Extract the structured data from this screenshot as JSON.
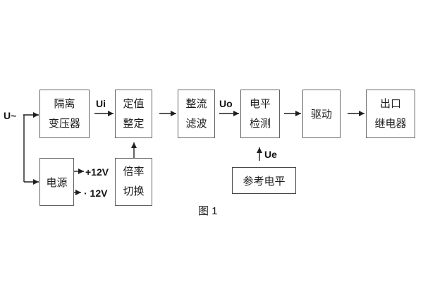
{
  "figure": {
    "caption": "图 1",
    "input_label": "U~",
    "colors": {
      "line": "#1f1f1f",
      "box_border": "#636363",
      "text": "#1c1c1c",
      "background": "#ffffff"
    },
    "boxes": {
      "isolation_transformer": {
        "line1": "隔离",
        "line2": "变压器"
      },
      "value_setting": {
        "line1": "定值",
        "line2": "整定"
      },
      "rectify_filter": {
        "line1": "整流",
        "line2": "滤波"
      },
      "level_detect": {
        "line1": "电平",
        "line2": "检测"
      },
      "drive": {
        "label": "驱动"
      },
      "output_relay": {
        "line1": "出口",
        "line2": "继电器"
      },
      "power_supply": {
        "label": "电源"
      },
      "ratio_switch": {
        "line1": "倍率",
        "line2": "切换"
      },
      "reference_level": {
        "label": "参考电平"
      }
    },
    "signals": {
      "ui": "Ui",
      "uo": "Uo",
      "ue": "Ue",
      "plus_12v": "+12V",
      "minus_12v": "· 12V"
    }
  }
}
